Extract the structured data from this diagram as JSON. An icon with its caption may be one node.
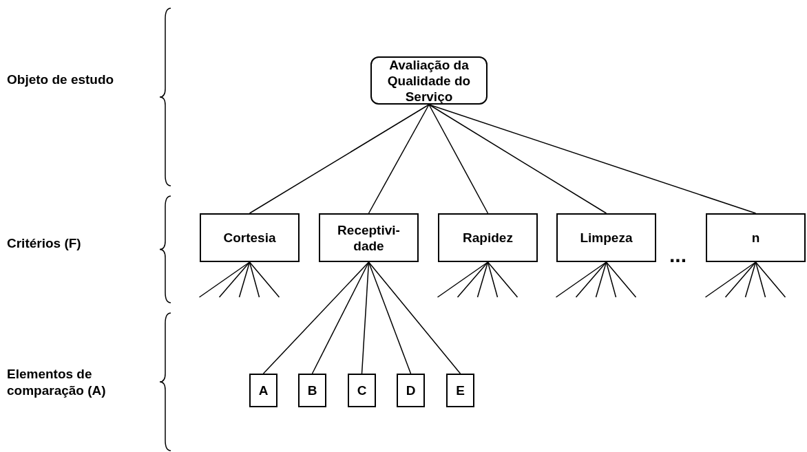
{
  "diagram": {
    "nodes": [
      {
        "text": [
          "Avaliação da Qualidade do Serviço"
        ]
      },
      {
        "text": [
          "Cortesia"
        ]
      },
      {
        "text": [
          "Receptivi- dade"
        ]
      },
      {
        "text": [
          "Rapidez"
        ]
      },
      {
        "text": [
          "Limpeza"
        ]
      },
      {
        "text": [
          "n"
        ]
      },
      {
        "text": [
          "A"
        ]
      },
      {
        "text": [
          "B"
        ]
      },
      {
        "text": [
          "C"
        ]
      },
      {
        "text": [
          "D"
        ]
      },
      {
        "text": [
          "E"
        ]
      }
    ],
    "edges": [
      {
        "from": 0,
        "to": 1,
        "arrow": "none"
      },
      {
        "from": 0,
        "to": 2,
        "arrow": "none"
      },
      {
        "from": 0,
        "to": 3,
        "arrow": "none"
      },
      {
        "from": 0,
        "to": 4,
        "arrow": "none"
      },
      {
        "from": 0,
        "to": 5,
        "arrow": "none"
      },
      {
        "from": 1,
        "to": null,
        "arrow": "none"
      },
      {
        "from": 1,
        "to": null,
        "arrow": "none"
      },
      {
        "from": 1,
        "to": null,
        "arrow": "none"
      },
      {
        "from": 1,
        "to": null,
        "arrow": "none"
      },
      {
        "from": 1,
        "to": null,
        "arrow": "none"
      },
      {
        "from": 2,
        "to": 6,
        "arrow": "none"
      },
      {
        "from": 2,
        "to": 7,
        "arrow": "none"
      },
      {
        "from": 2,
        "to": 8,
        "arrow": "none"
      },
      {
        "from": 2,
        "to": 9,
        "arrow": "none"
      },
      {
        "from": 2,
        "to": 10,
        "arrow": "none"
      },
      {
        "from": 3,
        "to": null,
        "arrow": "none"
      },
      {
        "from": 3,
        "to": null,
        "arrow": "none"
      },
      {
        "from": 3,
        "to": null,
        "arrow": "none"
      },
      {
        "from": 3,
        "to": null,
        "arrow": "none"
      },
      {
        "from": 3,
        "to": null,
        "arrow": "none"
      },
      {
        "from": 4,
        "to": null,
        "arrow": "none"
      },
      {
        "from": 4,
        "to": null,
        "arrow": "none"
      },
      {
        "from": 4,
        "to": null,
        "arrow": "none"
      },
      {
        "from": 4,
        "to": null,
        "arrow": "none"
      },
      {
        "from": 4,
        "to": null,
        "arrow": "none"
      },
      {
        "from": 5,
        "to": null,
        "arrow": "none"
      },
      {
        "from": 5,
        "to": null,
        "arrow": "none"
      },
      {
        "from": 5,
        "to": null,
        "arrow": "none"
      },
      {
        "from": 5,
        "to": null,
        "arrow": "none"
      },
      {
        "from": 5,
        "to": null,
        "arrow": "none"
      }
    ],
    "labels": [
      "Objeto de estudo",
      "Critérios (F)",
      "...",
      "Elementos de comparação (A)"
    ]
  }
}
